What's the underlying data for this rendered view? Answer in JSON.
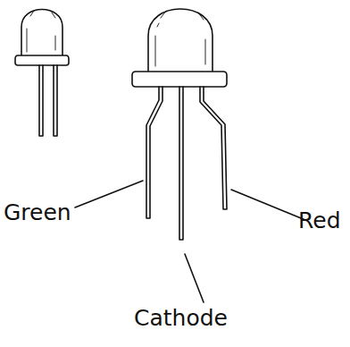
{
  "diagram": {
    "labels": [
      "Green",
      "Cathode",
      "Red"
    ]
  }
}
